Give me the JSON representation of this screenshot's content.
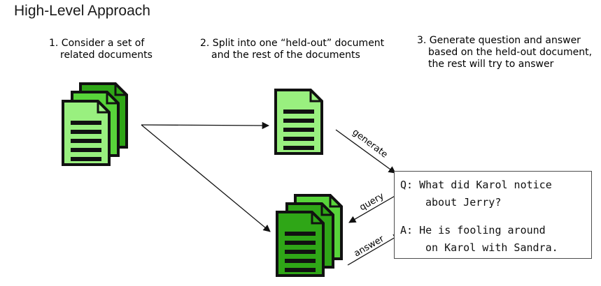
{
  "title": "High-Level Approach",
  "steps": [
    {
      "lines": [
        "1. Consider a set of",
        "related documents"
      ]
    },
    {
      "lines": [
        "2. Split into one “held-out” document",
        "and the rest of the documents"
      ]
    },
    {
      "lines": [
        "3. Generate question and answer",
        "based on the held-out document,",
        "the rest will try to answer"
      ]
    }
  ],
  "edges": {
    "generate": "generate",
    "query": "query",
    "answer": "answer"
  },
  "qa": {
    "question_line1": "Q: What did Karol notice",
    "question_line2": "about Jerry?",
    "answer_line1": "A: He is fooling around",
    "answer_line2": "on Karol with Sandra."
  },
  "colors": {
    "doc_light": "#99f07f",
    "doc_mid": "#58d43a",
    "doc_dark": "#2fa617",
    "doc_outline": "#111111",
    "arrow": "#111111"
  },
  "icons": [
    "document-stack-icon",
    "held-out-document-icon",
    "remaining-documents-stack-icon"
  ]
}
